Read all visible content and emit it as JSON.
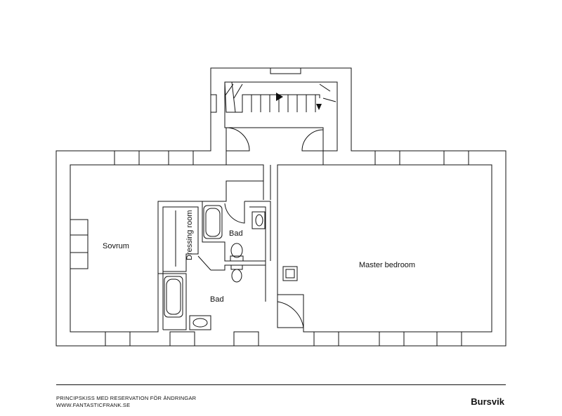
{
  "plan": {
    "rooms": {
      "sovrum": "Sovrum",
      "dressing_room": "Dressing room",
      "bad_upper": "Bad",
      "bad_lower": "Bad",
      "master_bedroom": "Master bedroom"
    }
  },
  "footer": {
    "disclaimer_line1": "PRINCIPSKISS MED RESERVATION FÖR ÄNDRINGAR",
    "disclaimer_line2": "WWW.FANTASTICFRANK.SE",
    "brand": "Bursvik"
  }
}
